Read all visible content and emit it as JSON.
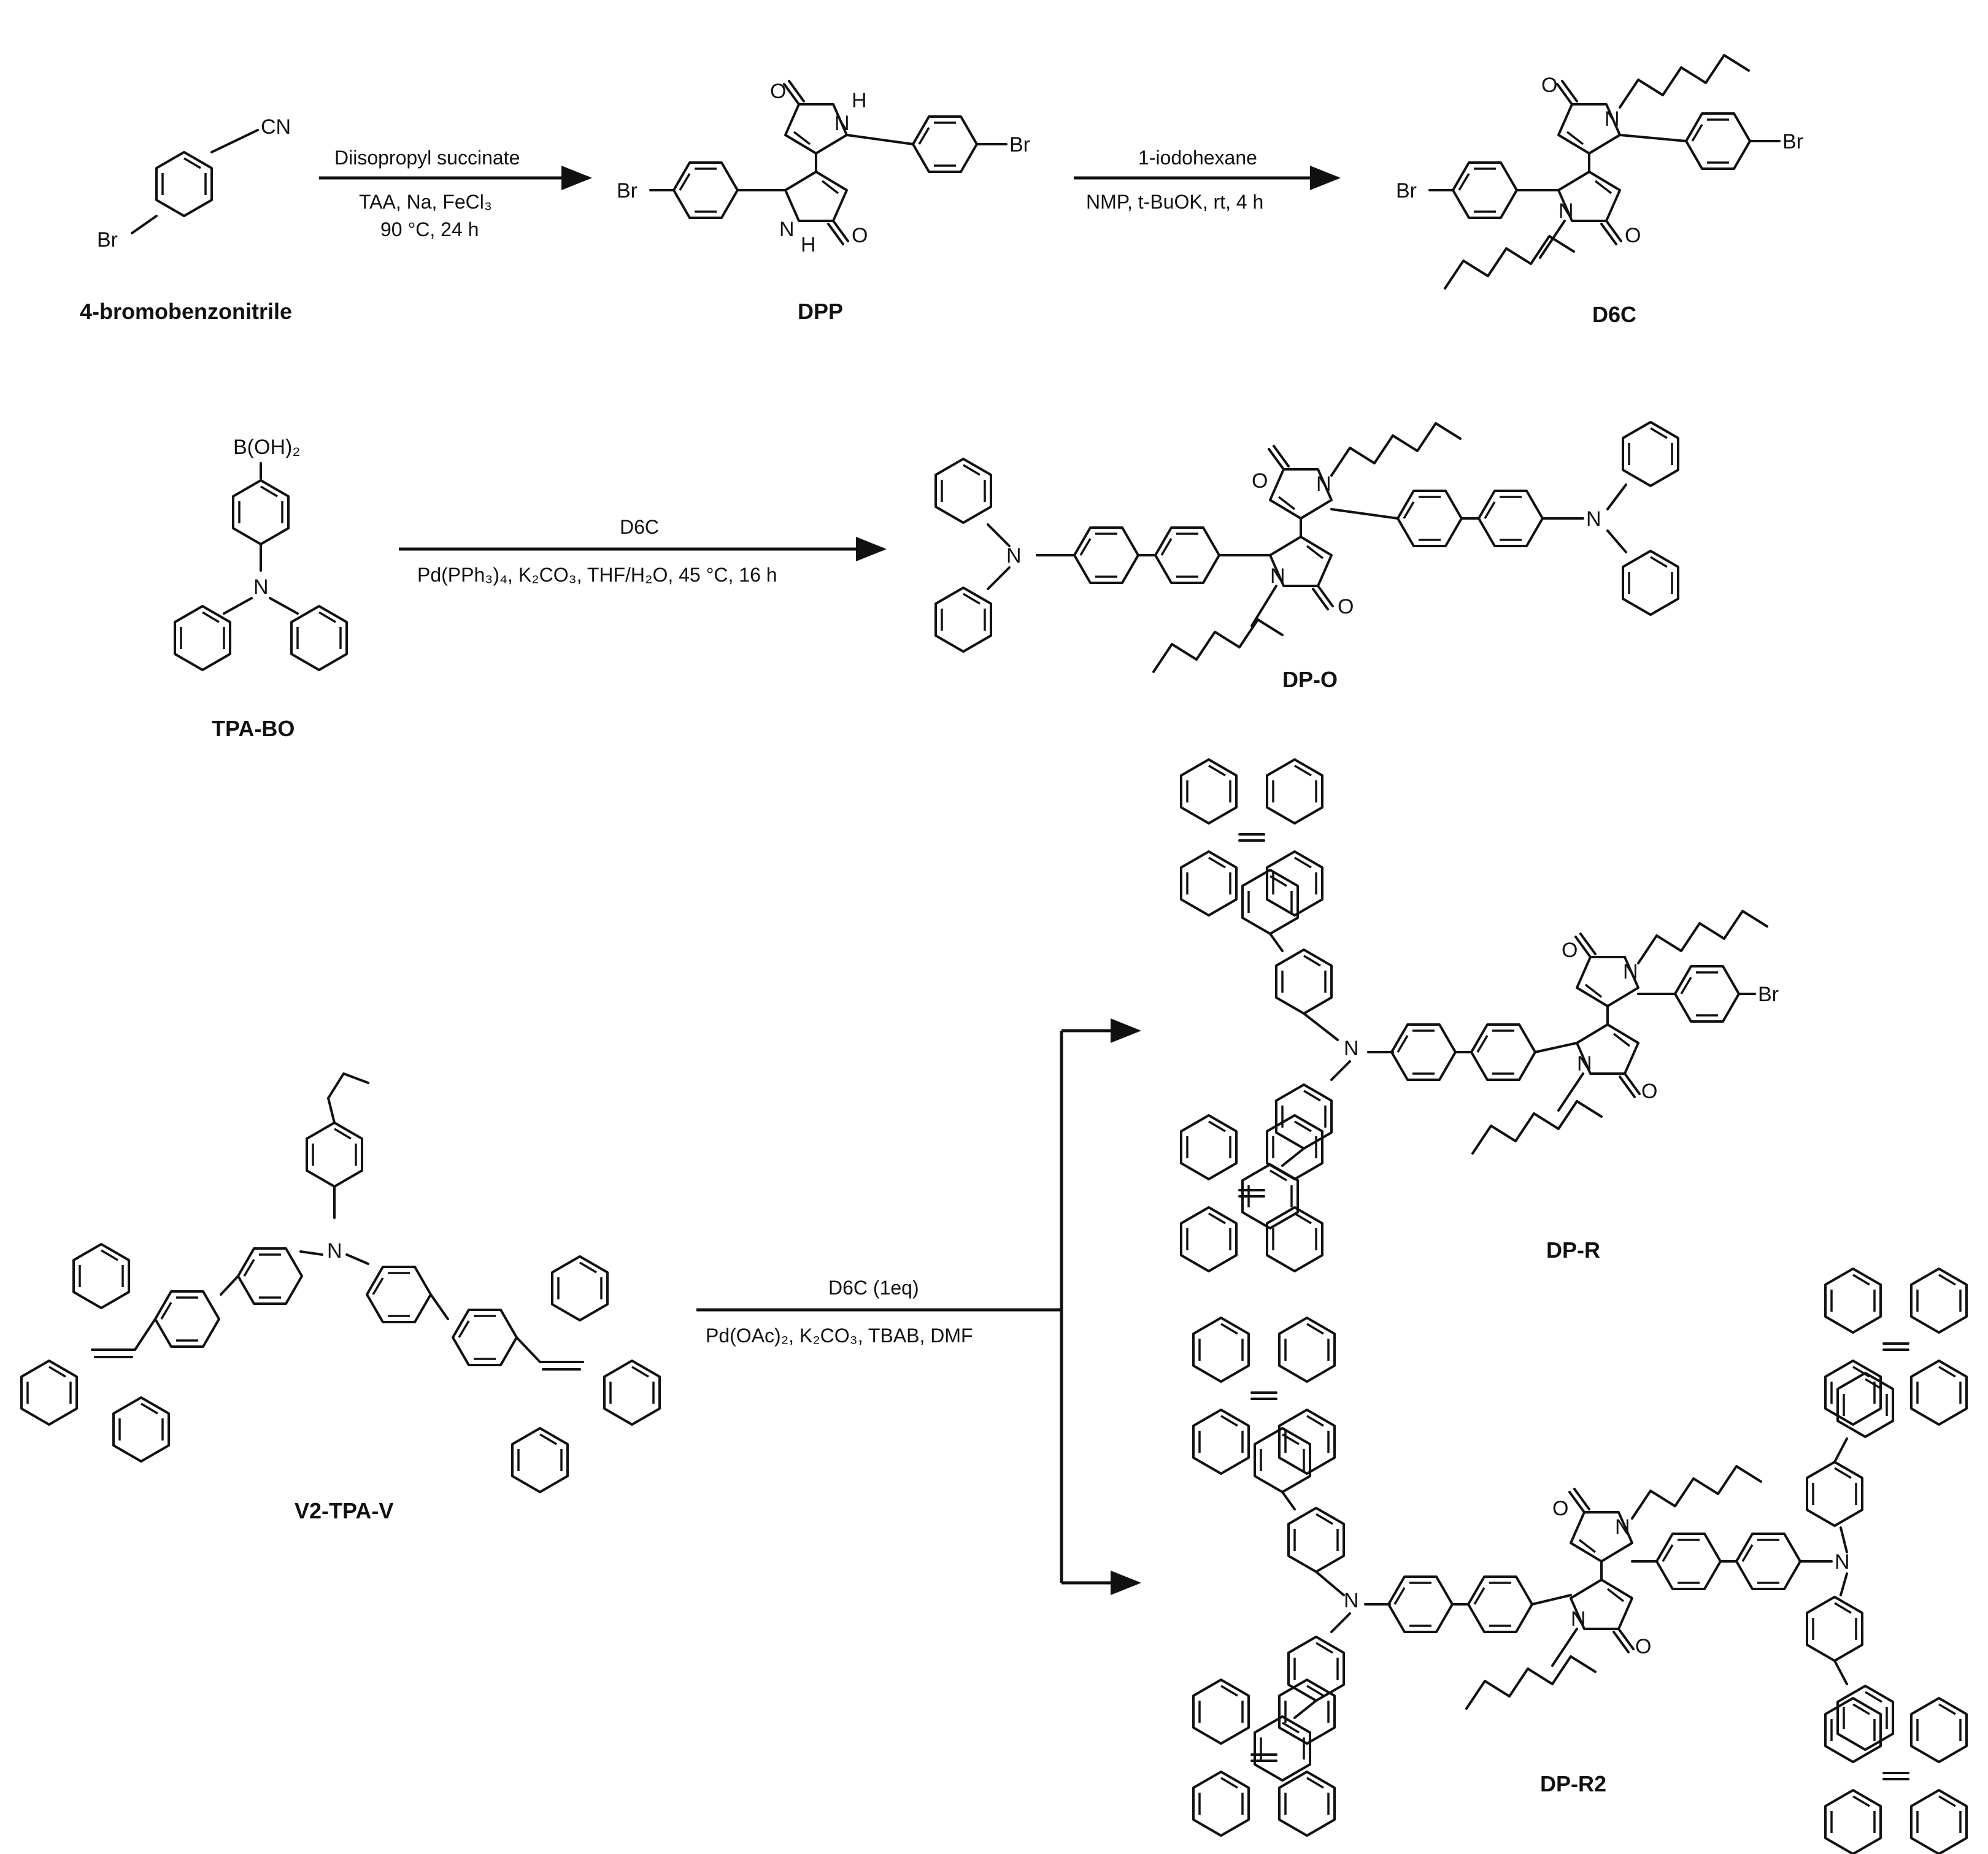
{
  "compounds": {
    "bromobenzonitrile": "4-bromobenzonitrile",
    "dpp": "DPP",
    "d6c": "D6C",
    "tpa_bo": "TPA-BO",
    "dp_o": "DP-O",
    "v2_tpa_v": "V2-TPA-V",
    "dp_r": "DP-R",
    "dp_r2": "DP-R2"
  },
  "atoms": {
    "cn": "CN",
    "br": "Br",
    "n": "N",
    "o": "O",
    "h": "H",
    "boh2": "B(OH)₂"
  },
  "steps": {
    "step1": {
      "reagent": "Diisopropyl succinate",
      "cond1": "TAA, Na, FeCl₃",
      "cond2": "90 °C, 24 h"
    },
    "step2": {
      "reagent": "1-iodohexane",
      "cond1": "NMP, t-BuOK, rt, 4 h"
    },
    "step3": {
      "reagent": "D6C",
      "cond1": "Pd(PPh₃)₄, K₂CO₃, THF/H₂O, 45 °C, 16 h"
    },
    "step4": {
      "reagent": "D6C (1eq)",
      "cond1": "Pd(OAc)₂, K₂CO₃, TBAB, DMF"
    }
  }
}
